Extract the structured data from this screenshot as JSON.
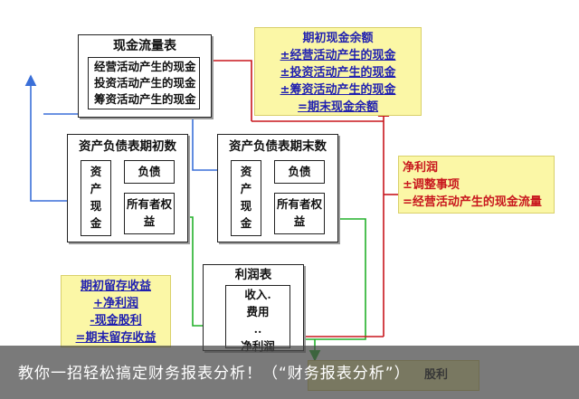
{
  "cash_flow_statement": {
    "title": "现金流量表",
    "items": [
      "经营活动产生的现金",
      "投资活动产生的现金",
      "筹资活动产生的现金"
    ]
  },
  "cash_balance_box": {
    "lines": [
      "期初现金余额",
      "±经营活动产生的现金",
      "±投资活动产生的现金",
      "±筹资活动产生的现金",
      "=期末现金余额"
    ]
  },
  "balance_begin": {
    "title": "资产负债表期初数",
    "assets": "资产现金",
    "liabilities": "负债",
    "equity": "所有者权益"
  },
  "balance_end": {
    "title": "资产负债表期末数",
    "assets": "资产现金",
    "liabilities": "负债",
    "equity": "所有者权益"
  },
  "net_profit_box": {
    "lines": [
      "净利润",
      "±调整事项",
      "=经营活动产生的现金流量"
    ]
  },
  "retained_earnings_box": {
    "lines": [
      "期初留存收益",
      "+净利润",
      "-现金股利",
      "=期末留存收益"
    ]
  },
  "income_statement": {
    "title": "利润表",
    "items": [
      "收入.",
      "费用",
      "..",
      "净利润"
    ]
  },
  "bottom_partial_label": "股利",
  "colors": {
    "blue": "#1f1fb0",
    "red": "#c8161d",
    "green": "#22b02a",
    "arrow_blue": "#3a6fd8",
    "yellow": "#fbf7a6"
  },
  "banner": {
    "text": "教你一招轻松搞定财务报表分析！（“财务报表分析”）"
  }
}
